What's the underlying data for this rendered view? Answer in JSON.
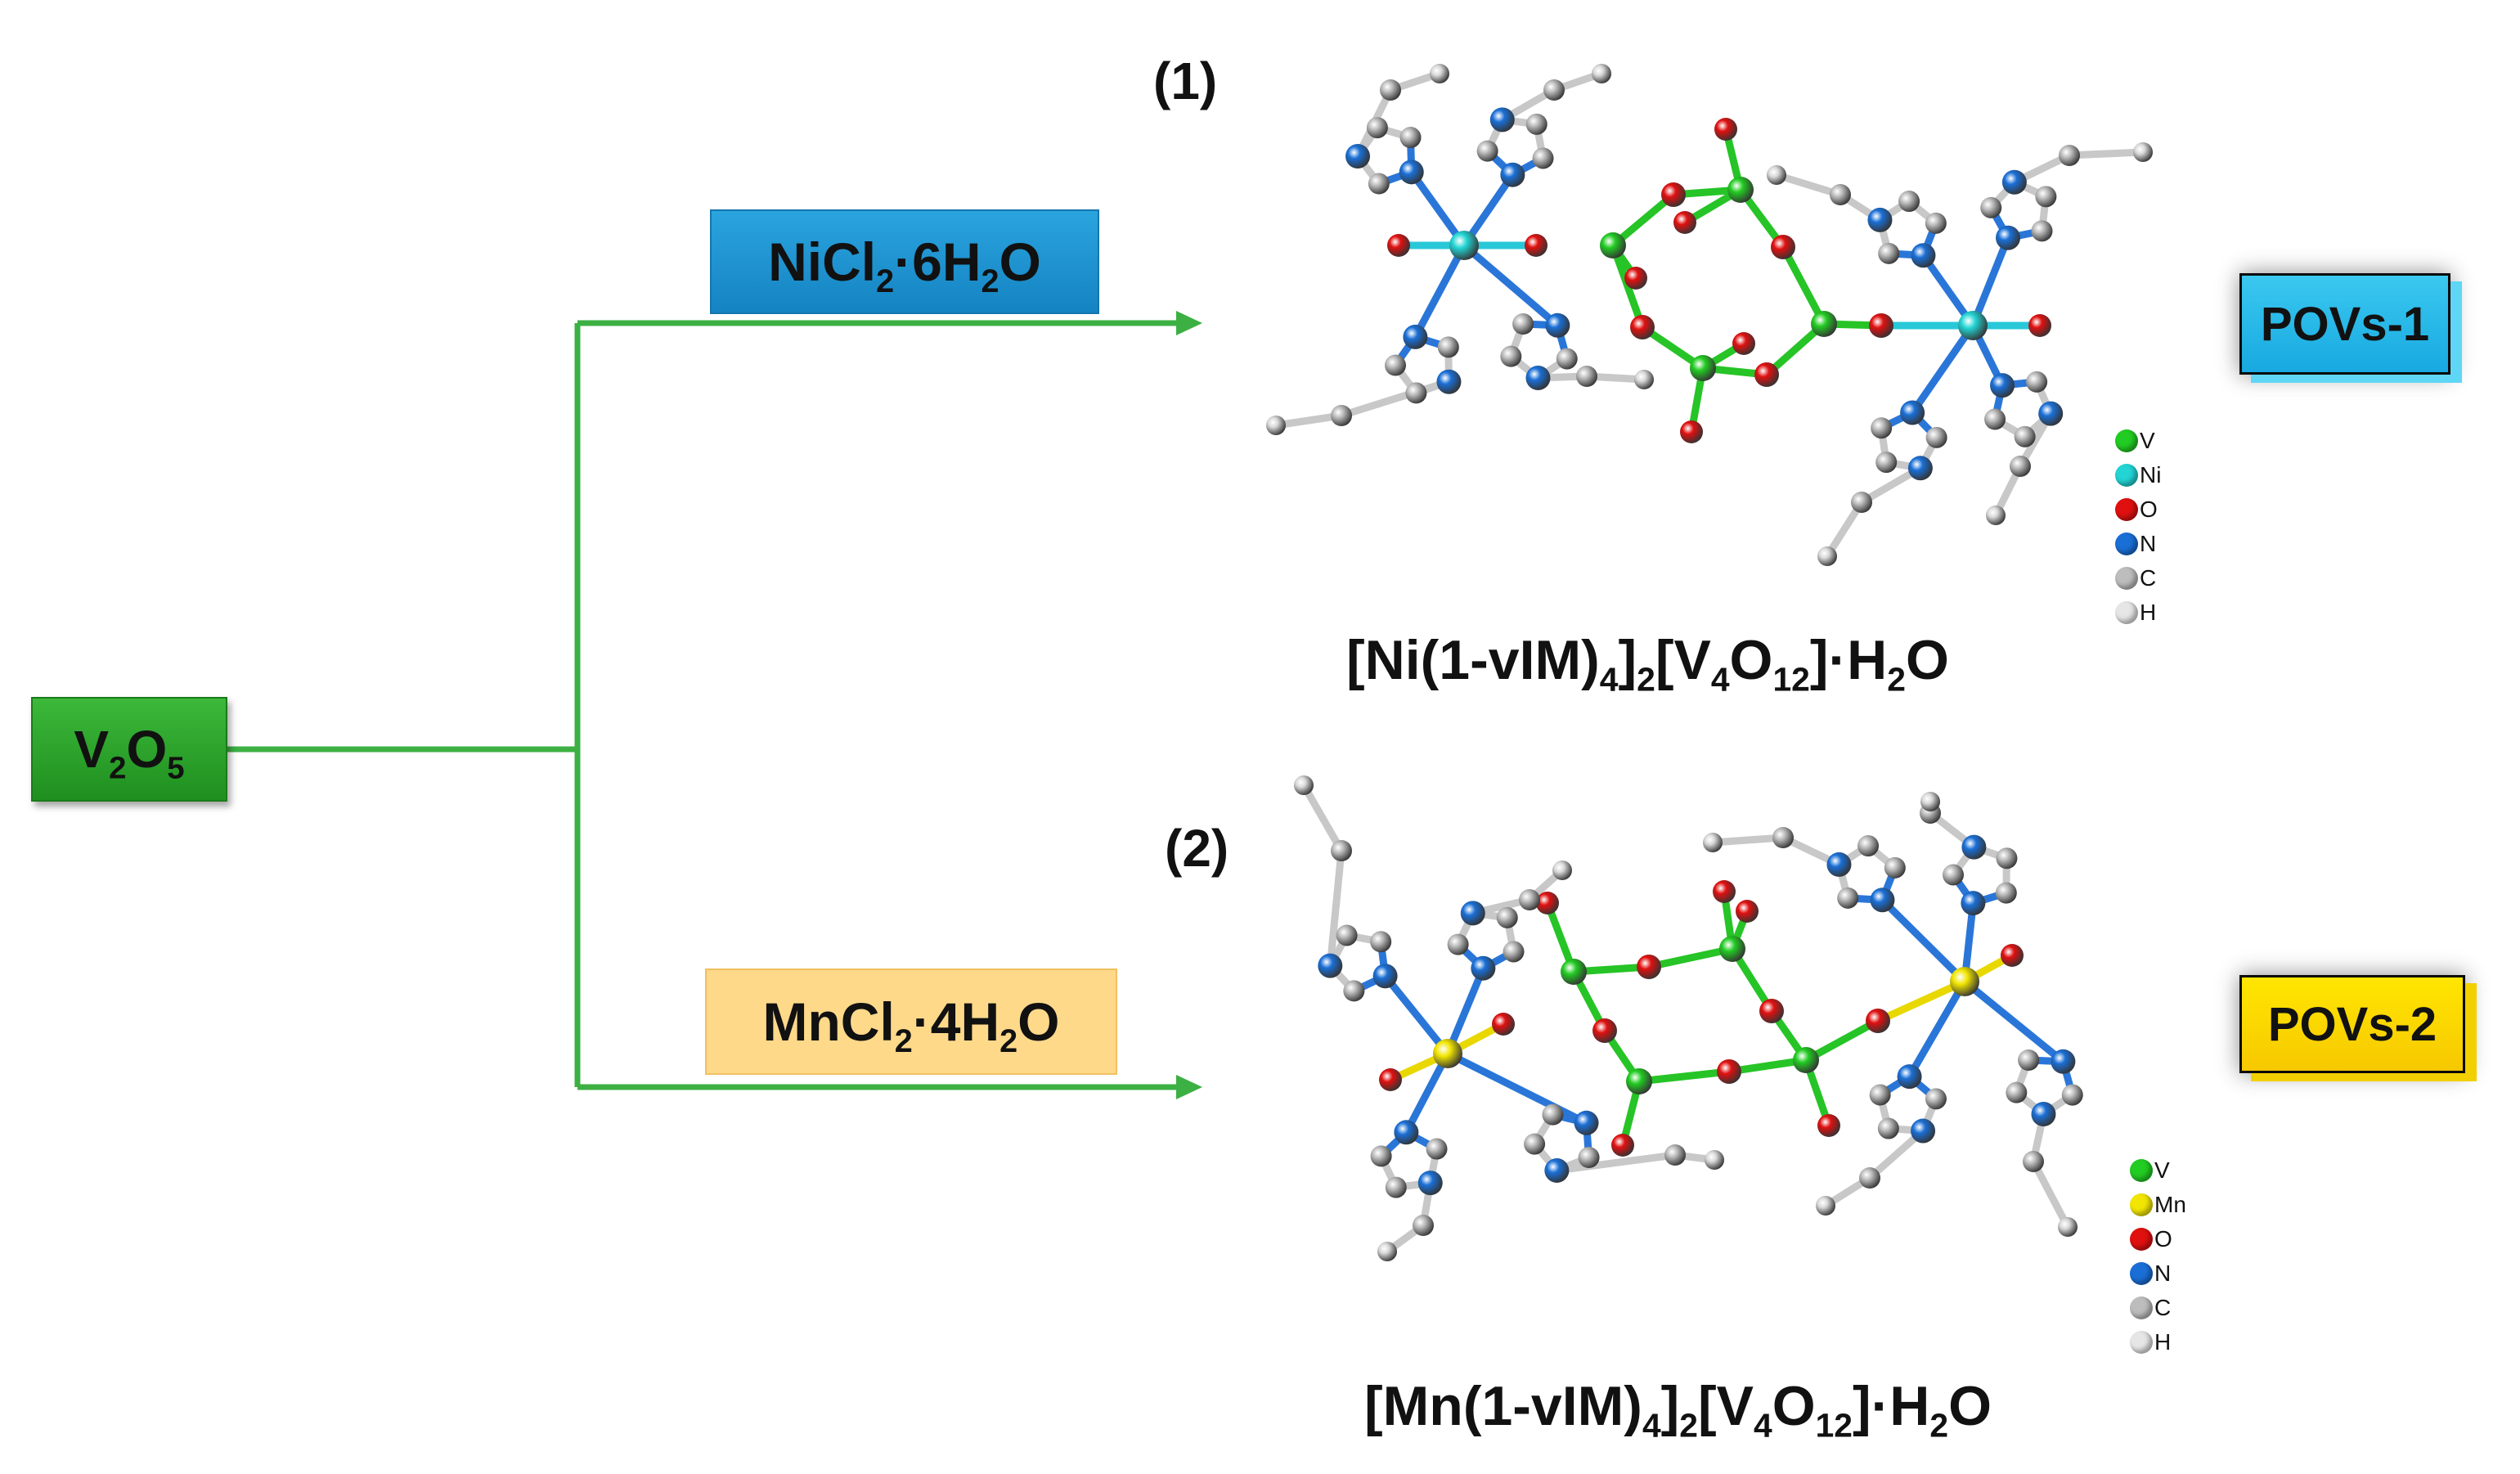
{
  "start": {
    "label": "V",
    "sub1": "2",
    "mid": "O",
    "sub2": "5"
  },
  "routes": [
    {
      "reagent": {
        "a": "NiCl",
        "s1": "2",
        "b": "·6H",
        "s2": "2",
        "c": "O"
      },
      "number": "(1)",
      "formula": {
        "a": "[Ni(1-vIM)",
        "s1": "4",
        "b": "]",
        "s2": "2",
        "c": "[V",
        "s3": "4",
        "d": "O",
        "s4": "12",
        "e": "]·H",
        "s5": "2",
        "f": "O"
      },
      "product": "POVs-1",
      "legend": [
        "V",
        "Ni",
        "O",
        "N",
        "C",
        "H"
      ]
    },
    {
      "reagent": {
        "a": "MnCl",
        "s1": "2",
        "b": "·4H",
        "s2": "2",
        "c": "O"
      },
      "number": "(2)",
      "formula": {
        "a": "[Mn(1-vIM)",
        "s1": "4",
        "b": "]",
        "s2": "2",
        "c": "[V",
        "s3": "4",
        "d": "O",
        "s4": "12",
        "e": "]·H",
        "s5": "2",
        "f": "O"
      },
      "product": "POVs-2",
      "legend": [
        "V",
        "Mn",
        "O",
        "N",
        "C",
        "H"
      ]
    }
  ],
  "colors": {
    "connector": "#3cb043",
    "V": "#22cc22",
    "Ni": "#22d4d4",
    "Mn": "#f2e600",
    "O": "#e01010",
    "N": "#1a6fd6",
    "C": "#bdbdbd",
    "H": "#d9d9d9",
    "bond_V": "#26c426",
    "bond_Ni": "#28c8d8",
    "bond_Mn": "#e8d800",
    "bond_N": "#2a76d8",
    "bond_C": "#c8c8c8"
  }
}
